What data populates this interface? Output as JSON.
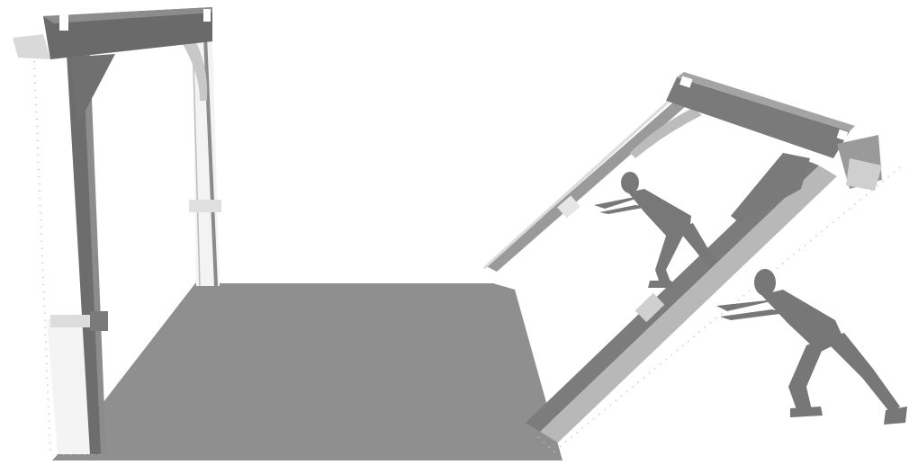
{
  "figure": {
    "description_visible_text": [],
    "colors": {
      "background": "#ffffff",
      "floor": "#8f8f8f",
      "frame_dark": "#6a6a6a",
      "frame_mid": "#8a8a8a",
      "frame_light": "#d6d6d6",
      "figure_fill": "#777777",
      "outline_dots": "#bdbdbd"
    },
    "elements": {
      "left_frame": "standing-portal-frame",
      "right_frame": "tilting-portal-frame",
      "floor": "floor-slab",
      "people": [
        "person-upper",
        "person-lower"
      ]
    }
  }
}
